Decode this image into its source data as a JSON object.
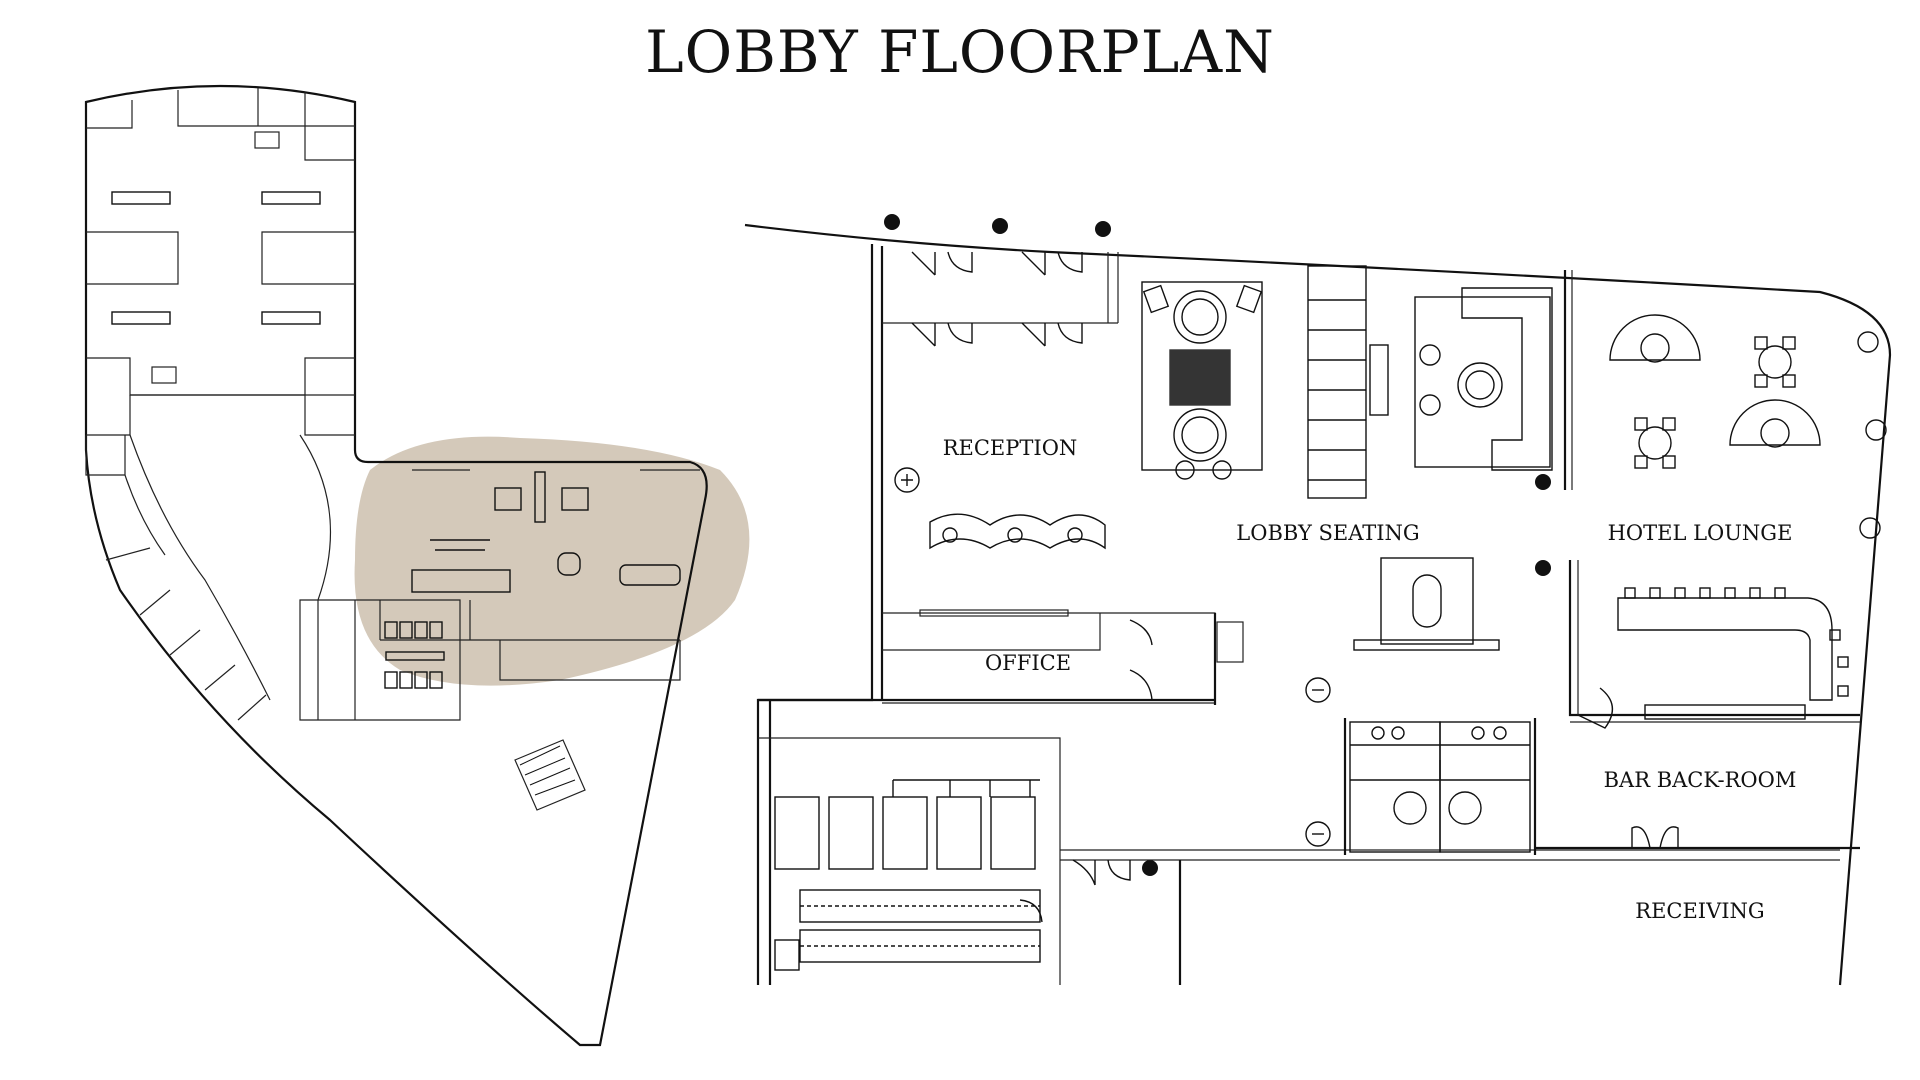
{
  "title": "LOBBY FLOORPLAN",
  "rooms": {
    "reception": "RECEPTION",
    "lobby_seating": "LOBBY SEATING",
    "hotel_lounge": "HOTEL LOUNGE",
    "office": "OFFICE",
    "bar_back_room": "BAR BACK-ROOM",
    "receiving": "RECEIVING"
  },
  "colors": {
    "highlight": "#cdbfae",
    "ink": "#111111"
  },
  "icons": [
    "tree-icon",
    "table-chair-set-icon",
    "sofa-icon",
    "restroom-fixture-icon"
  ]
}
